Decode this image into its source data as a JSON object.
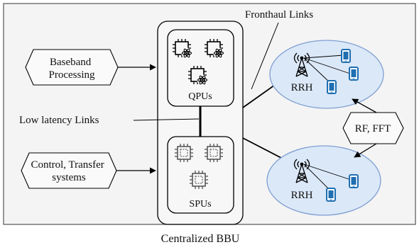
{
  "labels": {
    "baseband": [
      "Baseband",
      "Processing"
    ],
    "control": [
      "Control, Transfer",
      "systems"
    ],
    "low_latency": "Low latency Links",
    "fronthaul": "Fronthaul Links",
    "qpus": "QPUs",
    "spus": "SPUs",
    "rrh_top": "RRH",
    "rrh_bottom": "RRH",
    "rf_fft": "RF, FFT",
    "centralized": "Centralized BBU"
  },
  "colors": {
    "panel_bg": "#f4f4f4",
    "cell_fill": "#dbe8f8",
    "cell_stroke": "#7f9fd1",
    "device_blue": "#1f6fb2",
    "line": "#000000"
  },
  "icons": {
    "qpu_chip": "quantum-chip-icon",
    "spu_chip": "cpu-chip-icon",
    "antenna": "radio-tower-icon",
    "device": "smartphone-icon"
  }
}
